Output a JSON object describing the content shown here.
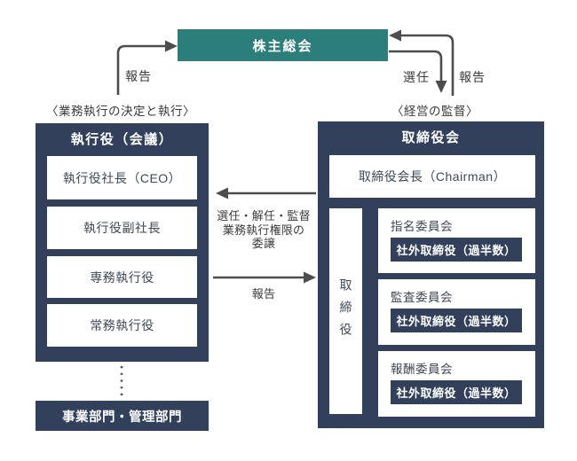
{
  "palette": {
    "teal": "#2b7e79",
    "navy": "#32405c",
    "arrow": "#4d4d4d",
    "text_dark": "#3c3c3c",
    "text_box": "#3f4857"
  },
  "shareholders": {
    "title": "株主総会"
  },
  "arrows": {
    "left_report": "報告",
    "right_appoint": "選任",
    "right_report": "報告",
    "mid_to_left_line1": "選任・解任・監督",
    "mid_to_left_line2": "業務執行権限の",
    "mid_to_left_line3": "委譲",
    "mid_to_right": "報告"
  },
  "left_section": {
    "heading": "〈業務執行の決定と執行〉",
    "board_title": "執行役（会議）",
    "members": [
      "執行役社長（CEO）",
      "執行役副社長",
      "専務執行役",
      "常務執行役"
    ],
    "departments": "事業部門・管理部門"
  },
  "right_section": {
    "heading": "〈経営の監督〉",
    "board_title": "取締役会",
    "chairman": "取締役会長（Chairman）",
    "directors_label": "取締役",
    "committees": [
      {
        "name": "指名委員会",
        "note": "社外取締役（過半数）"
      },
      {
        "name": "監査委員会",
        "note": "社外取締役（過半数）"
      },
      {
        "name": "報酬委員会",
        "note": "社外取締役（過半数）"
      }
    ]
  }
}
